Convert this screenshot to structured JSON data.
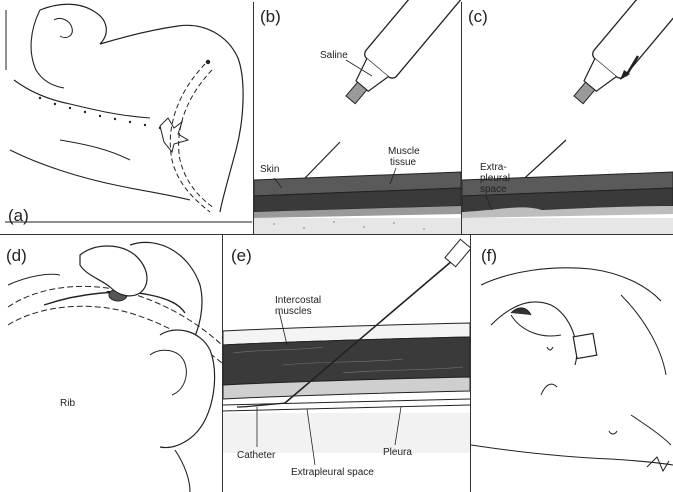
{
  "panels": {
    "a": {
      "label": "(a)"
    },
    "b": {
      "label": "(b)",
      "saline": "Saline",
      "skin": "Skin",
      "muscle1": "Muscle",
      "muscle2": "tissue"
    },
    "c": {
      "label": "(c)",
      "extra1": "Extra-",
      "extra2": "pleural",
      "extra3": "space"
    },
    "d": {
      "label": "(d)",
      "rib": "Rib"
    },
    "e": {
      "label": "(e)",
      "intercostal1": "Intercostal",
      "intercostal2": "muscles",
      "catheter": "Catheter",
      "pleura": "Pleura",
      "extrapleural": "Extrapleural space"
    },
    "f": {
      "label": "(f)"
    }
  },
  "colors": {
    "ink": "#222222",
    "paper": "#ffffff",
    "tissue_dark": "#3a3a3a",
    "tissue_mid": "#8a8a8a"
  }
}
